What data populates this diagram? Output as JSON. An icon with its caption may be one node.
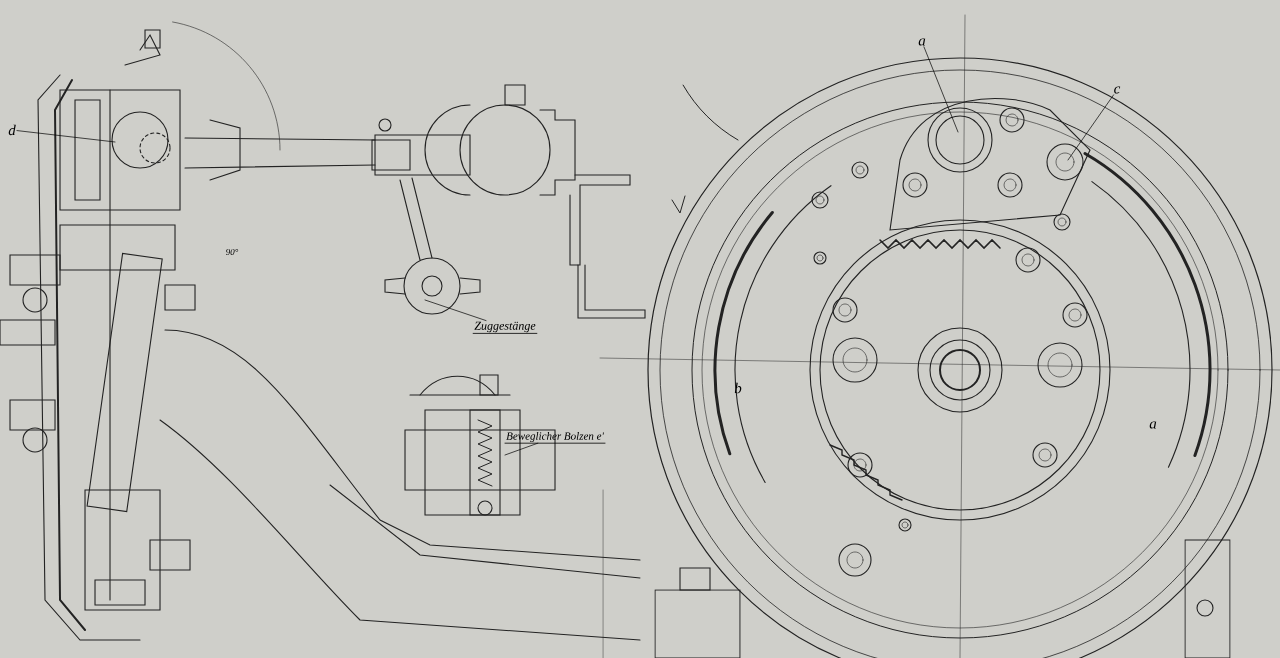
{
  "diagram": {
    "nodes": [
      {
        "text": [
          "d"
        ]
      },
      {
        "text": [
          "Zuggestänge"
        ]
      },
      {
        "text": [
          "Beweglicher Bolzen e'"
        ]
      },
      {
        "text": [
          "a"
        ]
      },
      {
        "text": [
          "c"
        ]
      }
    ],
    "edges": [
      {
        "from": 0,
        "to": null,
        "arrow": "none"
      },
      {
        "from": 1,
        "to": null,
        "arrow": "none"
      },
      {
        "from": 2,
        "to": null,
        "arrow": "none"
      },
      {
        "from": 3,
        "to": null,
        "arrow": "none"
      },
      {
        "from": 4,
        "to": null,
        "arrow": "none"
      }
    ],
    "labels": [
      "90°",
      "b",
      "a"
    ]
  }
}
